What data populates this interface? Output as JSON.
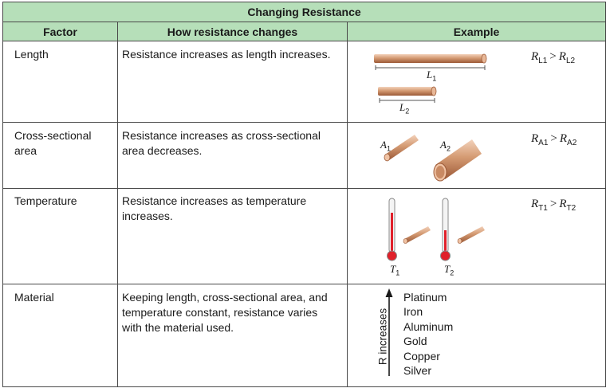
{
  "table": {
    "title": "Changing Resistance",
    "headers": [
      "Factor",
      "How resistance changes",
      "Example"
    ],
    "rows": [
      {
        "factor": "Length",
        "change": "Resistance increases as length increases.",
        "relation": {
          "a": "R",
          "a_sub": "L1",
          "op": ">",
          "b": "R",
          "b_sub": "L2"
        },
        "labels": [
          {
            "main": "L",
            "sub": "1"
          },
          {
            "main": "L",
            "sub": "2"
          }
        ]
      },
      {
        "factor": "Cross-sectional area",
        "change": "Resistance increases as cross-sectional area decreases.",
        "relation": {
          "a": "R",
          "a_sub": "A1",
          "op": ">",
          "b": "R",
          "b_sub": "A2"
        },
        "labels": [
          {
            "main": "A",
            "sub": "1"
          },
          {
            "main": "A",
            "sub": "2"
          }
        ]
      },
      {
        "factor": "Temperature",
        "change": "Resistance increases as temperature increases.",
        "relation": {
          "a": "R",
          "a_sub": "T1",
          "op": ">",
          "b": "R",
          "b_sub": "T2"
        },
        "labels": [
          {
            "main": "T",
            "sub": "1"
          },
          {
            "main": "T",
            "sub": "2"
          }
        ]
      },
      {
        "factor": "Material",
        "change": "Keeping length, cross-sectional area, and temperature constant, resistance varies with the material used.",
        "axis_label": "R increases",
        "materials": [
          "Platinum",
          "Iron",
          "Aluminum",
          "Gold",
          "Copper",
          "Silver"
        ]
      }
    ]
  },
  "colors": {
    "header_bg": "#b6dfb9",
    "border": "#4a4a4a",
    "copper": "#c98a63",
    "thermo_red": "#e0202a"
  },
  "icons": [
    "copper-rod-icon",
    "thermometer-icon",
    "up-arrow-icon"
  ]
}
